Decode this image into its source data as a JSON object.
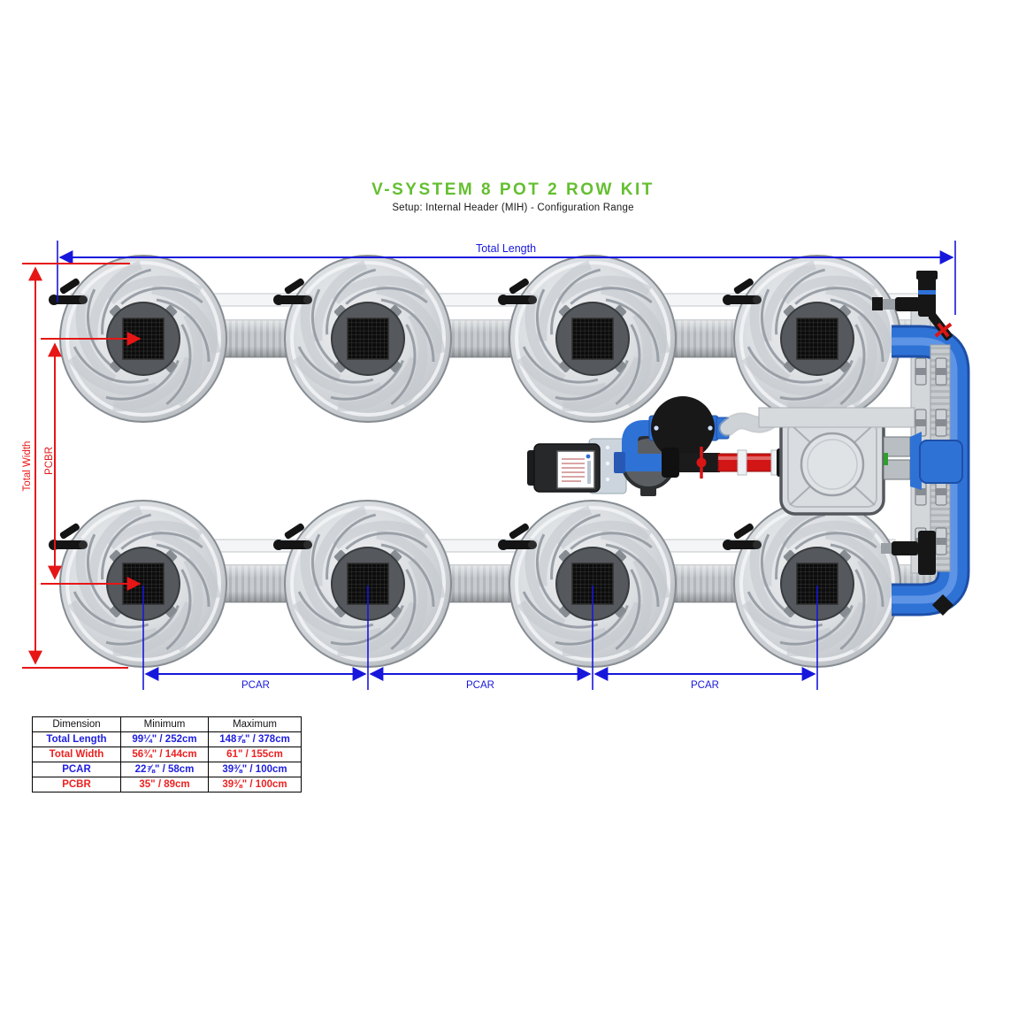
{
  "title": {
    "text": "V-SYSTEM 8 POT 2 ROW KIT",
    "subtitle": "Setup: Internal Header (MIH) - Configuration Range"
  },
  "colors": {
    "title_green": "#64bf30",
    "dimension_blue": "#1717dc",
    "dimension_red": "#e61616",
    "pipe_blue": "#2f72d6",
    "pipe_red": "#d21515",
    "pot_gray": "#d9dce0"
  },
  "dimensions": {
    "total_length_label": "Total Length",
    "total_width_label": "Total Width",
    "pcbr_label": "PCBR",
    "pcar_label": "PCAR"
  },
  "table": {
    "headers": [
      "Dimension",
      "Minimum",
      "Maximum"
    ],
    "rows": [
      {
        "dimension": "Total Length",
        "minimum": "99¼\" / 252cm",
        "maximum": "148⅞\" / 378cm"
      },
      {
        "dimension": "Total Width",
        "minimum": "56¾\" / 144cm",
        "maximum": "61\" / 155cm"
      },
      {
        "dimension": "PCAR",
        "minimum": "22⅞\" / 58cm",
        "maximum": "39⅜\" / 100cm"
      },
      {
        "dimension": "PCBR",
        "minimum": "35\" / 89cm",
        "maximum": "39⅜\" / 100cm"
      }
    ]
  }
}
